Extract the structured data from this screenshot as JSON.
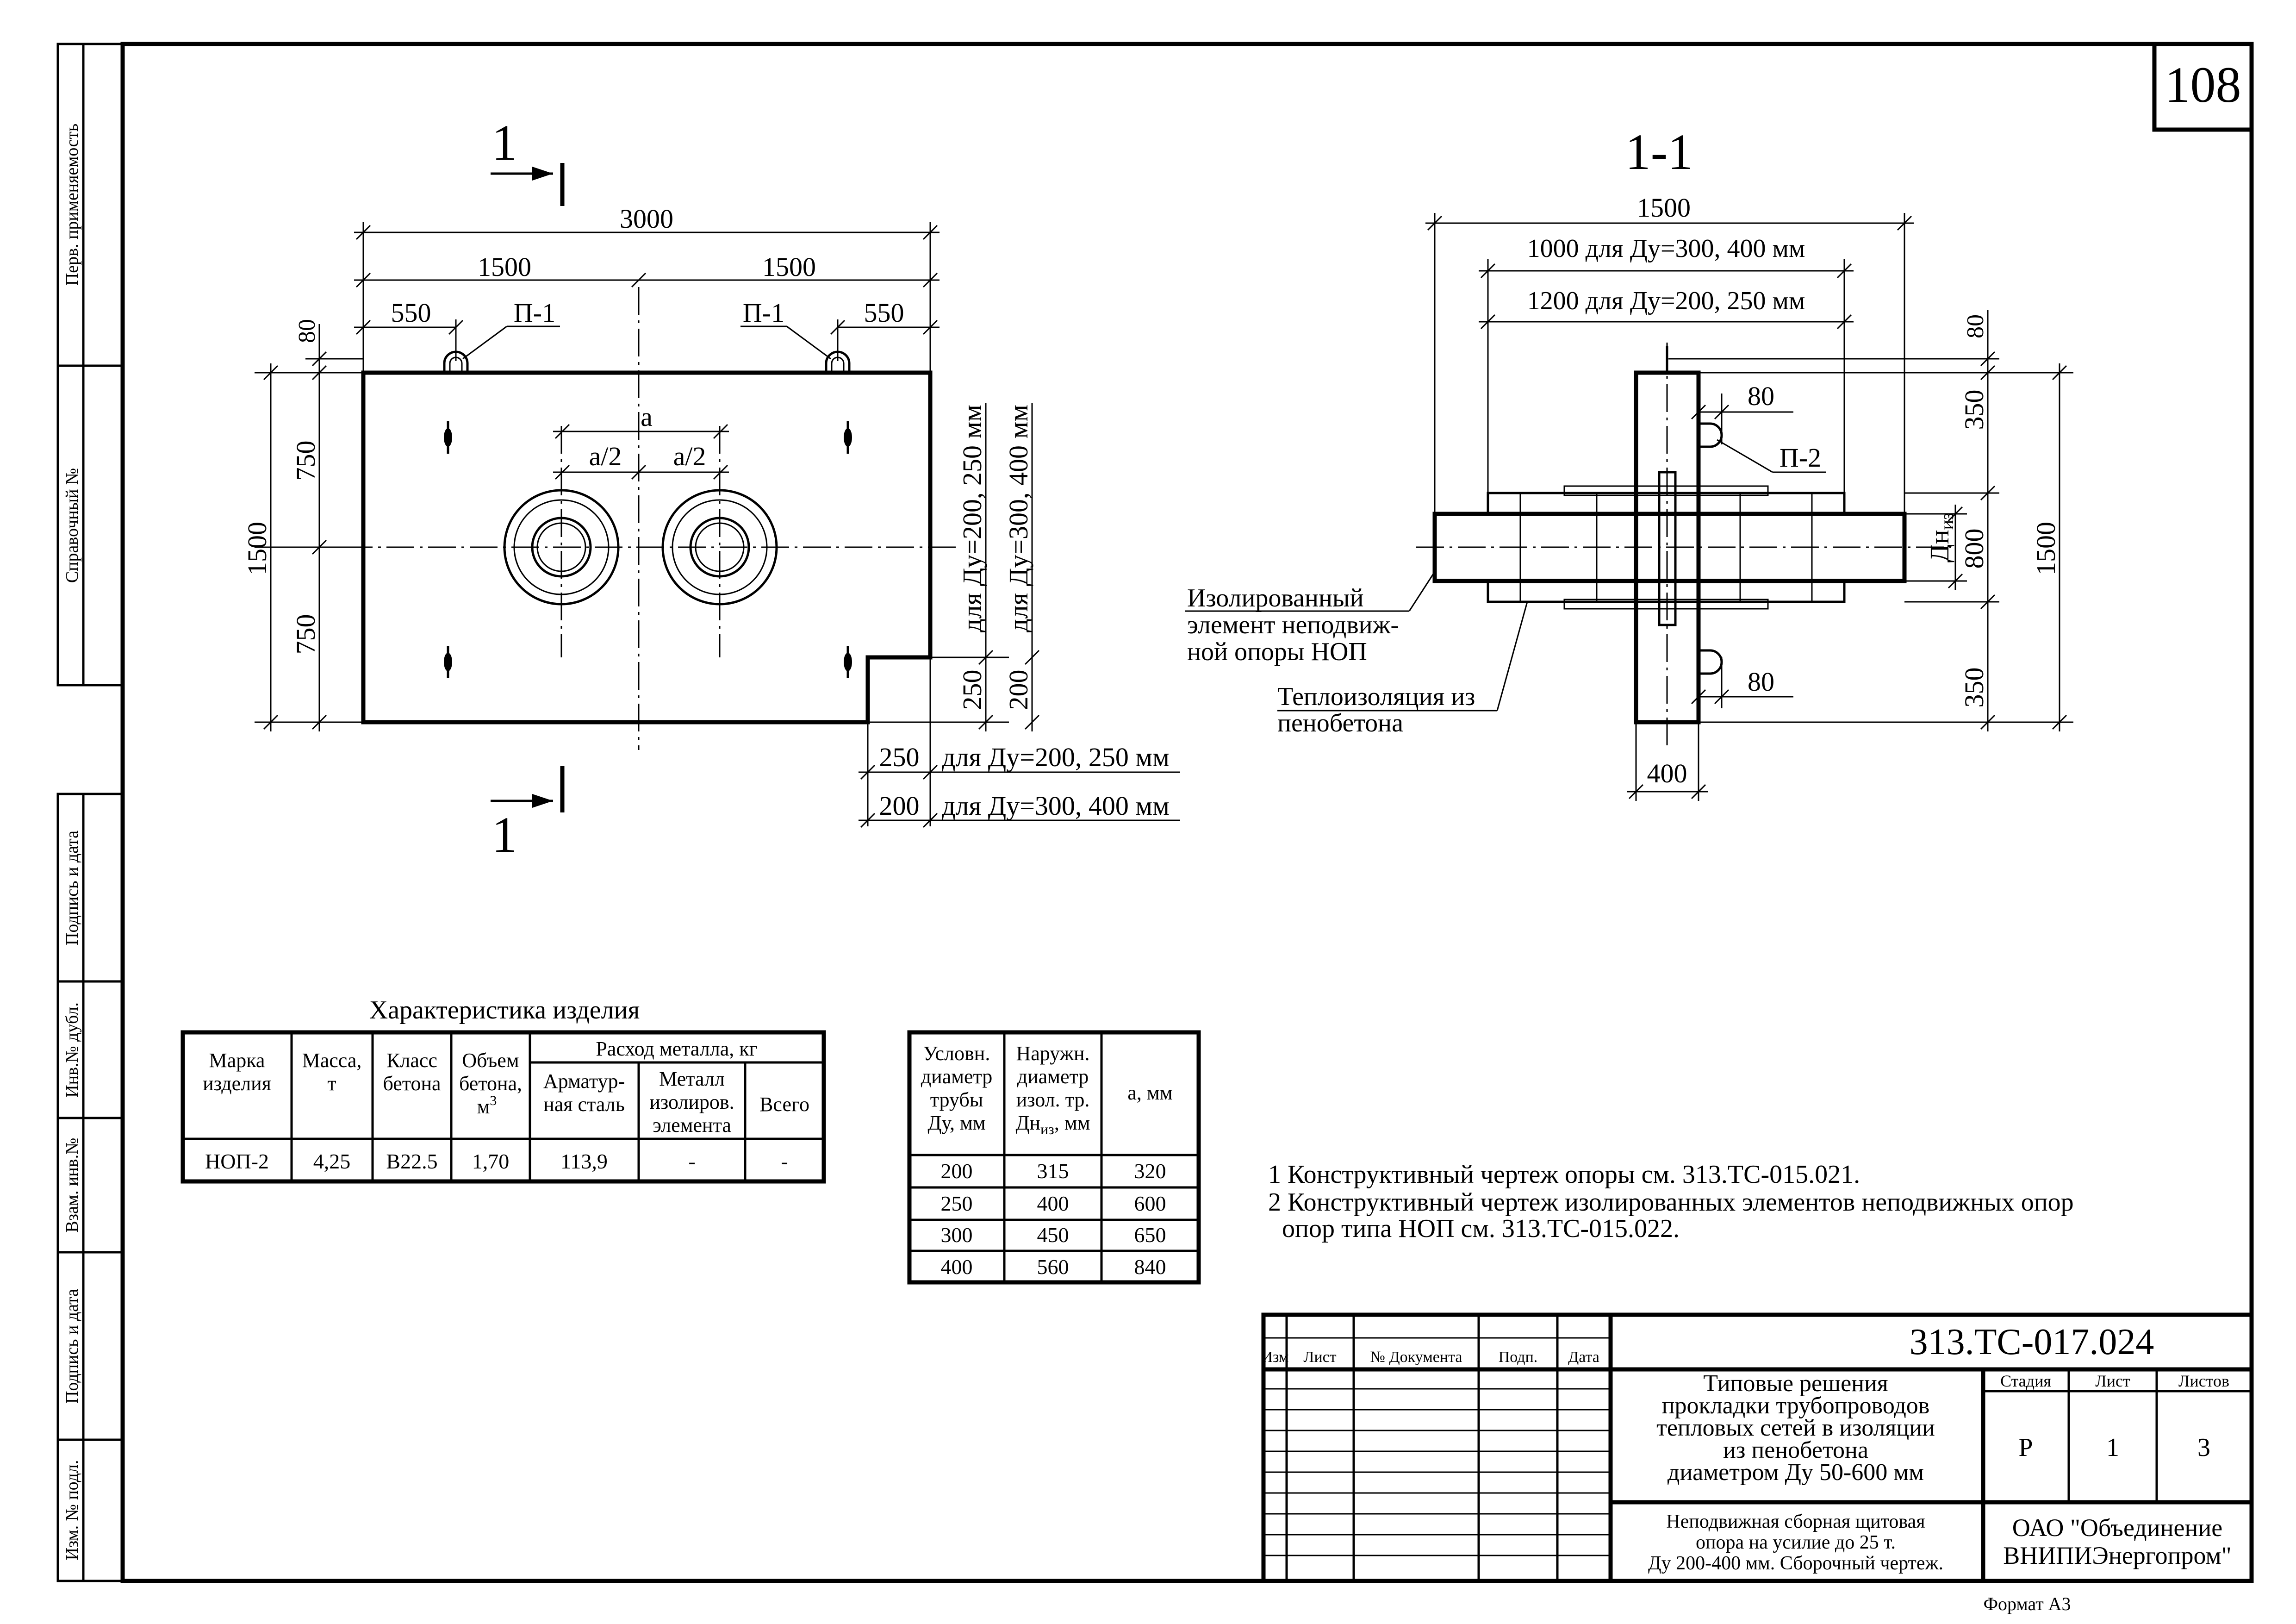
{
  "sheet_number": "108",
  "format": "Формат А3",
  "side_stamp": {
    "perv_primen": "Перв. применяемость",
    "sprav_no": "Справочный №",
    "podpis_data_1": "Подпись и дата",
    "inv_dubl": "Инв.№ дубл.",
    "vzam_inv": "Взам. инв.№",
    "podpis_data_2": "Подпись и дата",
    "inv_podl": "Изм. № подл."
  },
  "plan_view": {
    "section_mark": "1",
    "dim_total": "3000",
    "dim_half_left": "1500",
    "dim_half_right": "1500",
    "dim_550_left": "550",
    "dim_550_right": "550",
    "p1_left": "П-1",
    "p1_right": "П-1",
    "dim_80": "80",
    "dim_height_total": "1500",
    "dim_750_top": "750",
    "dim_750_bottom": "750",
    "dim_a": "а",
    "dim_a2_left": "а/2",
    "dim_a2_right": "а/2",
    "dim_250_v": "250",
    "dim_200_v": "200",
    "note_v_200_250": "для Ду=200, 250 мм",
    "note_v_300_400": "для Ду=300, 400 мм",
    "dim_250_h": "250",
    "dim_200_h": "200",
    "note_h_200_250": "для Ду=200, 250 мм",
    "note_h_300_400": "для Ду=300, 400 мм"
  },
  "section_view": {
    "title": "1-1",
    "dim_1500_top": "1500",
    "note_1000": "1000 для Ду=300, 400 мм",
    "note_1200": "1200 для Ду=200, 250 мм",
    "dim_80_top": "80",
    "dim_350_top": "350",
    "dim_800": "800",
    "dim_1500_right": "1500",
    "dim_350_bottom": "350",
    "dim_80_left_top": "80",
    "dim_80_left_bottom": "80",
    "p2": "П-2",
    "dn_label": "Дн",
    "dn_sub": "из",
    "dim_400": "400",
    "callout_1_line1": "Изолированный",
    "callout_1_line2": "элемент неподвиж-",
    "callout_1_line3": "ной опоры НОП",
    "callout_2_line1": "Теплоизоляция из",
    "callout_2_line2": "пенобетона"
  },
  "char_table": {
    "title": "Характеристика изделия",
    "headers": {
      "mark": [
        "Марка",
        "изделия"
      ],
      "mass": [
        "Масса,",
        "т"
      ],
      "class": [
        "Класс",
        "бетона"
      ],
      "volume": [
        "Объем",
        "бетона,",
        "м"
      ],
      "volume_sup": "3",
      "metal": "Расход металла, кг",
      "rebar": [
        "Арматур-",
        "ная сталь"
      ],
      "metal_iso": [
        "Металл",
        "изолиров.",
        "элемента"
      ],
      "total": "Всего"
    },
    "row": [
      "НОП-2",
      "4,25",
      "В22.5",
      "1,70",
      "113,9",
      "-",
      "-"
    ]
  },
  "dia_table": {
    "headers": {
      "cond": [
        "Условн.",
        "диаметр",
        "трубы",
        "Ду, мм"
      ],
      "outer": [
        "Наружн.",
        "диаметр",
        "изол. тр.",
        "Дн",
        "из",
        ", мм"
      ],
      "a": "а, мм"
    },
    "rows": [
      [
        "200",
        "315",
        "320"
      ],
      [
        "250",
        "400",
        "600"
      ],
      [
        "300",
        "450",
        "650"
      ],
      [
        "400",
        "560",
        "840"
      ]
    ]
  },
  "notes": [
    "1 Конструктивный чертеж опоры см. 313.ТС-015.021.",
    "2 Конструктивный чертеж изолированных элементов неподвижных опор",
    "опор типа НОП см. 313.ТС-015.022."
  ],
  "title_block": {
    "code": "313.ТС-017.024",
    "col_izm": "Изм",
    "col_list": "Лист",
    "col_doc": "№ Документа",
    "col_podp": "Подп.",
    "col_data": "Дата",
    "title_lines": [
      "Типовые решения",
      "прокладки трубопроводов",
      "тепловых сетей в изоляции",
      "из пенобетона",
      "диаметром Ду 50-600 мм"
    ],
    "subtitle_lines": [
      "Неподвижная сборная щитовая",
      "опора на усилие до 25 т.",
      "Ду 200-400 мм. Сборочный чертеж."
    ],
    "stage_label": "Стадия",
    "sheet_label": "Лист",
    "sheets_label": "Листов",
    "stage": "Р",
    "sheet": "1",
    "sheets": "3",
    "org_line1": "ОАО \"Объединение",
    "org_line2": "ВНИПИЭнергопром\""
  }
}
